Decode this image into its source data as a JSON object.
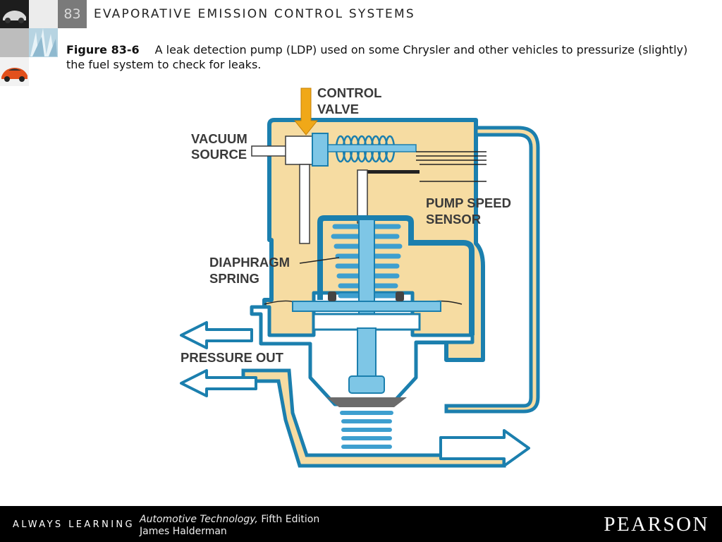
{
  "header": {
    "chapter_number": "83",
    "chapter_title": "EVAPORATIVE EMISSION CONTROL SYSTEMS"
  },
  "caption": {
    "figure_label": "Figure 83-6",
    "text": "A leak detection pump (LDP) used on some Chrysler and other vehicles to pressurize (slightly) the fuel system to check for leaks."
  },
  "diagram": {
    "labels": {
      "control_valve_1": "CONTROL",
      "control_valve_2": "VALVE",
      "vacuum_source_1": "VACUUM",
      "vacuum_source_2": "SOURCE",
      "pump_speed_sensor_1": "PUMP SPEED",
      "pump_speed_sensor_2": "SENSOR",
      "diaphragm_spring_1": "DIAPHRAGM",
      "diaphragm_spring_2": "SPRING",
      "pressure_out": "PRESSURE OUT"
    },
    "colors": {
      "housing_fill": "#f6dca2",
      "outline_blue": "#1b7fae",
      "light_blue": "#7ec6e6",
      "spring_blue": "#3e9fcf",
      "arrow_orange": "#f0a818",
      "label_gray": "#3a3a3a"
    }
  },
  "footer": {
    "tagline": "ALWAYS LEARNING",
    "book_title": "Automotive Technology,",
    "edition": "Fifth Edition",
    "author": "James Halderman",
    "publisher": "PEARSON"
  }
}
